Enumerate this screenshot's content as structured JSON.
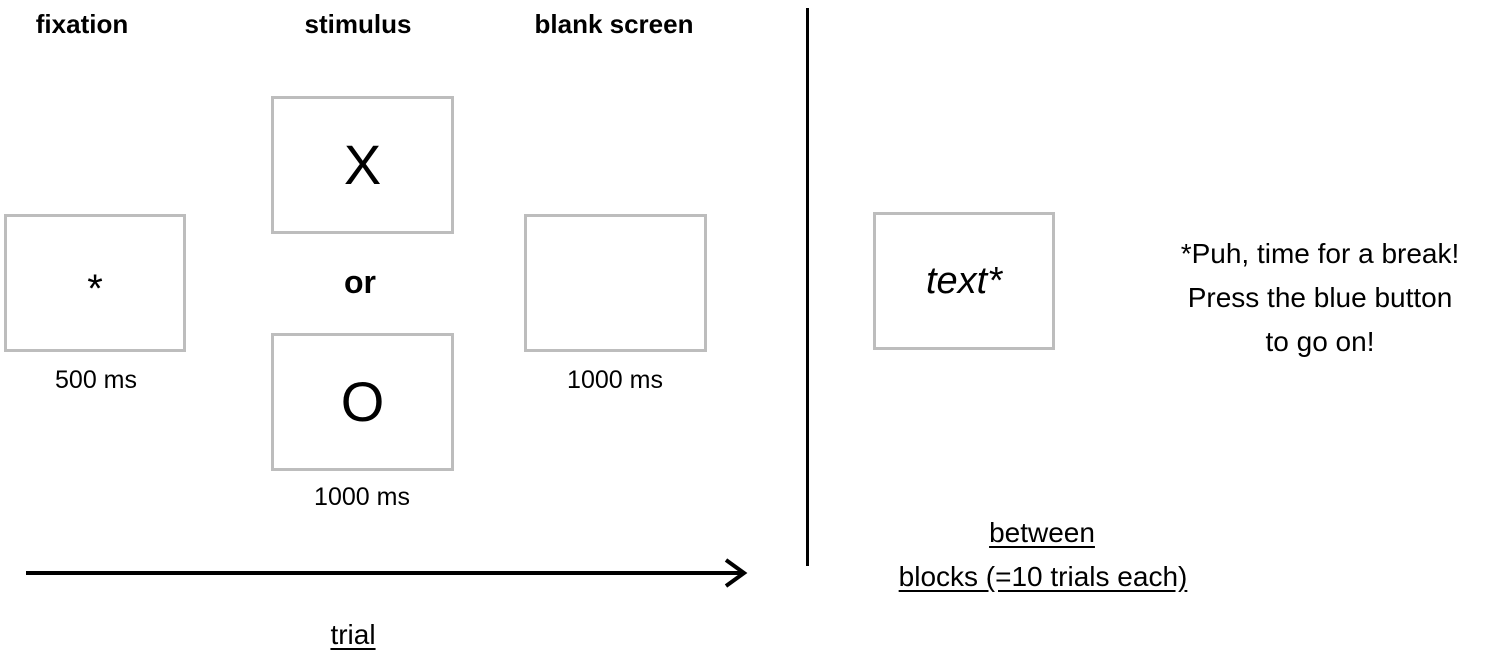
{
  "trial": {
    "headers": {
      "fixation": "fixation",
      "stimulus": "stimulus",
      "blank": "blank screen"
    },
    "fixation_symbol": "*",
    "fixation_duration": "500 ms",
    "stimulus_top": "X",
    "stimulus_or": "or",
    "stimulus_bottom": "O",
    "stimulus_duration": "1000 ms",
    "blank_duration": "1000 ms",
    "axis_label": "trial"
  },
  "between": {
    "box_text": "text*",
    "message_lines": [
      "*Puh, time for a break!",
      "Press the blue button",
      "to go on!"
    ],
    "label_line1": "between",
    "label_line2": "blocks (=10 trials each)"
  },
  "colors": {
    "box_border": "#bdbdbd",
    "line": "#000000"
  }
}
